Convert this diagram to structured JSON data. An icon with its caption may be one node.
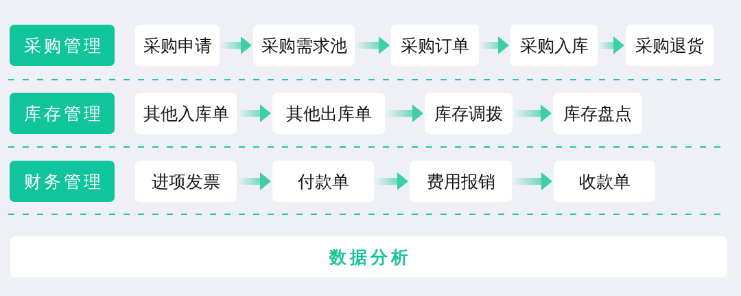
{
  "diagram": {
    "nodes": [
      {
        "text": [
          "采购管理"
        ]
      },
      {
        "text": [
          "采购申请"
        ]
      },
      {
        "text": [
          "采购需求池"
        ]
      },
      {
        "text": [
          "采购订单"
        ]
      },
      {
        "text": [
          "采购入库"
        ]
      },
      {
        "text": [
          "采购退货"
        ]
      },
      {
        "text": [
          "库存管理"
        ]
      },
      {
        "text": [
          "其他入库单"
        ]
      },
      {
        "text": [
          "其他出库单"
        ]
      },
      {
        "text": [
          "库存调拨"
        ]
      },
      {
        "text": [
          "库存盘点"
        ]
      },
      {
        "text": [
          "财务管理"
        ]
      },
      {
        "text": [
          "进项发票"
        ]
      },
      {
        "text": [
          "付款单"
        ]
      },
      {
        "text": [
          "费用报销"
        ]
      },
      {
        "text": [
          "收款单"
        ]
      },
      {
        "text": [
          "数据分析"
        ]
      }
    ],
    "edges": [
      {
        "from": 1,
        "to": 2,
        "arrow": "to"
      },
      {
        "from": 2,
        "to": 3,
        "arrow": "to"
      },
      {
        "from": 3,
        "to": 4,
        "arrow": "to"
      },
      {
        "from": 4,
        "to": 5,
        "arrow": "to"
      },
      {
        "from": 7,
        "to": 8,
        "arrow": "to"
      },
      {
        "from": 8,
        "to": 9,
        "arrow": "to"
      },
      {
        "from": 9,
        "to": 10,
        "arrow": "to"
      },
      {
        "from": 12,
        "to": 13,
        "arrow": "to"
      },
      {
        "from": 13,
        "to": 14,
        "arrow": "to"
      },
      {
        "from": 14,
        "to": 15,
        "arrow": "to"
      }
    ]
  }
}
